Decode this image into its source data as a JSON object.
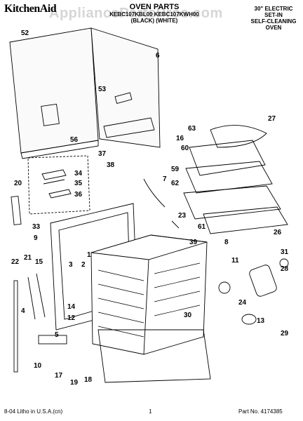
{
  "header": {
    "brand": "KitchenAid",
    "watermark": "AppliancePartsPros.com",
    "title": "OVEN PARTS",
    "models_line": "KEBC107KBL00  KEBC107KWH00",
    "colors_line": "(BLACK)     (WHITE)",
    "corner_desc": [
      "30\" ELECTRIC",
      "SET-IN",
      "SELF-CLEANING",
      "OVEN"
    ]
  },
  "footer": {
    "litho": "8-04 Litho in U.S.A.(cn)",
    "page": "1",
    "part_no": "Part No. 4174385"
  },
  "callouts": [
    "52",
    "6",
    "53",
    "63",
    "16",
    "27",
    "60",
    "37",
    "38",
    "34",
    "35",
    "36",
    "56",
    "7",
    "59",
    "62",
    "20",
    "23",
    "33",
    "9",
    "1",
    "61",
    "26",
    "39",
    "8",
    "11",
    "31",
    "28",
    "22",
    "21",
    "15",
    "3",
    "2",
    "24",
    "30",
    "4",
    "14",
    "12",
    "13",
    "29",
    "5",
    "10",
    "17",
    "18",
    "19"
  ]
}
